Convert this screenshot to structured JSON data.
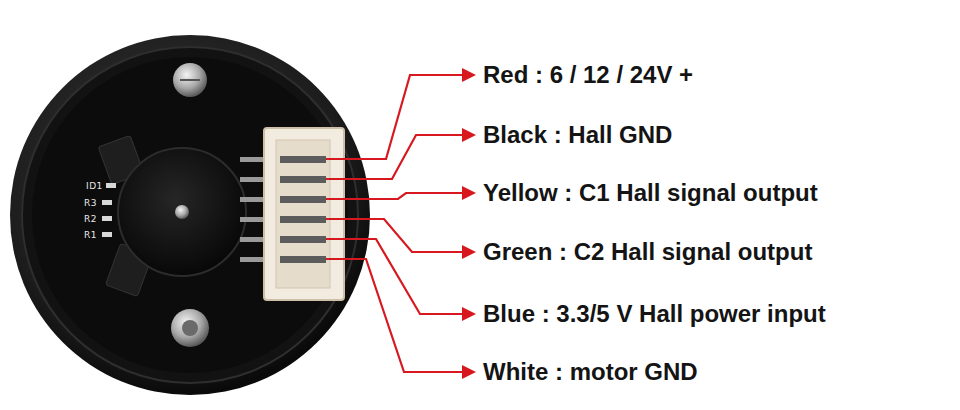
{
  "diagram": {
    "labels": [
      "Red : 6 / 12 / 24V +",
      "Black : Hall GND",
      "Yellow : C1 Hall signal output",
      "Green : C2 Hall signal output",
      "Blue : 3.3/5 V Hall power input",
      "White : motor GND",
      "ID1",
      "R3",
      "R2",
      "R1"
    ]
  }
}
